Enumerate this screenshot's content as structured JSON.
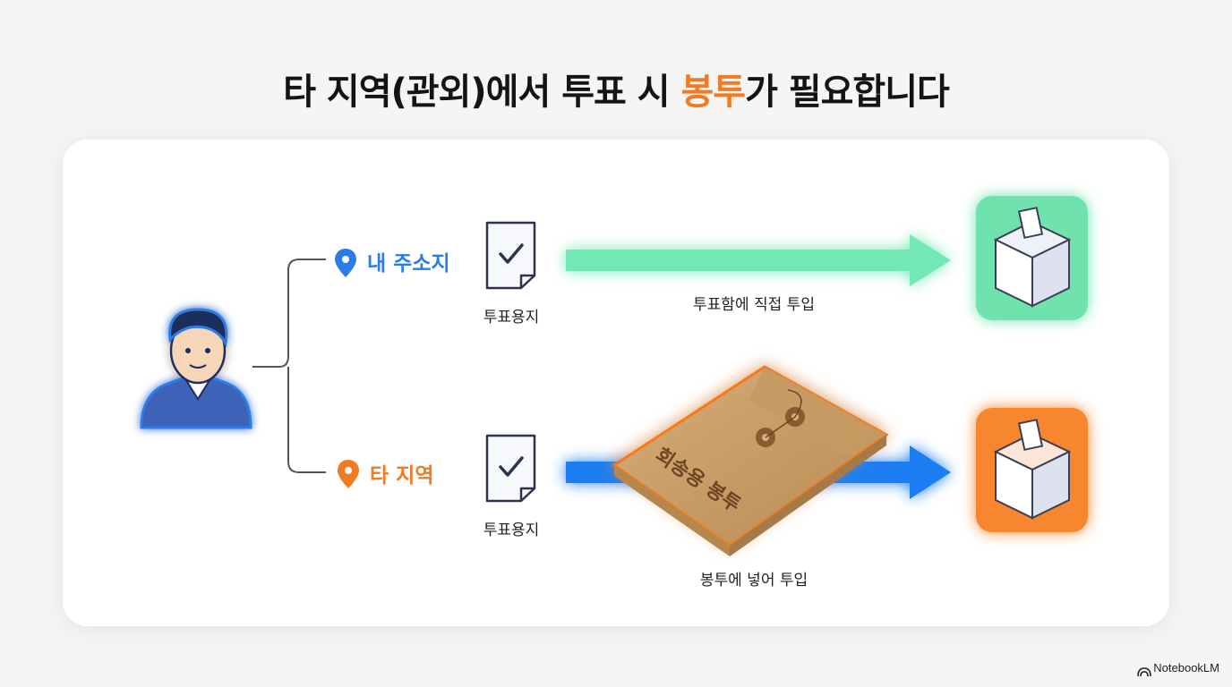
{
  "title": {
    "before": "타 지역(관외)에서 투표 시 ",
    "accent": "봉투",
    "after": "가 필요합니다"
  },
  "branches": {
    "home": {
      "location_label": "내 주소지",
      "ballot_label": "투표용지",
      "action_label": "투표함에 직접 투입"
    },
    "other": {
      "location_label": "타 지역",
      "ballot_label": "투표용지",
      "envelope_text": "회송용 봉투",
      "action_label": "봉투에 넣어 투입"
    }
  },
  "colors": {
    "home": "#2d7be6",
    "other": "#f07b22",
    "green_arrow": "#72e8b4",
    "blue_arrow": "#1f7ef2",
    "green_box": "#6fe2ae",
    "orange_box": "#f7862e"
  },
  "branding": {
    "name": "NotebookLM"
  }
}
